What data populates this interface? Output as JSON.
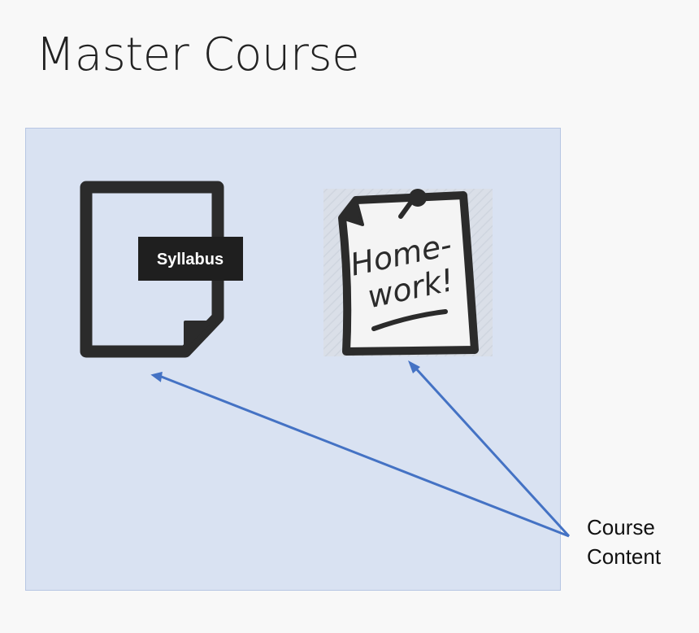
{
  "title": "Master Course",
  "syllabus": {
    "label": "Syllabus"
  },
  "homework": {
    "line1": "Home-",
    "line2": "work!"
  },
  "caption": {
    "line1": "Course",
    "line2": "Content"
  },
  "colors": {
    "background": "#f8f8f8",
    "content_box": "#d9e2f2",
    "icon": "#2b2b2b",
    "arrow": "#4472c4"
  },
  "icons": [
    "document-icon",
    "pinned-note-icon"
  ]
}
